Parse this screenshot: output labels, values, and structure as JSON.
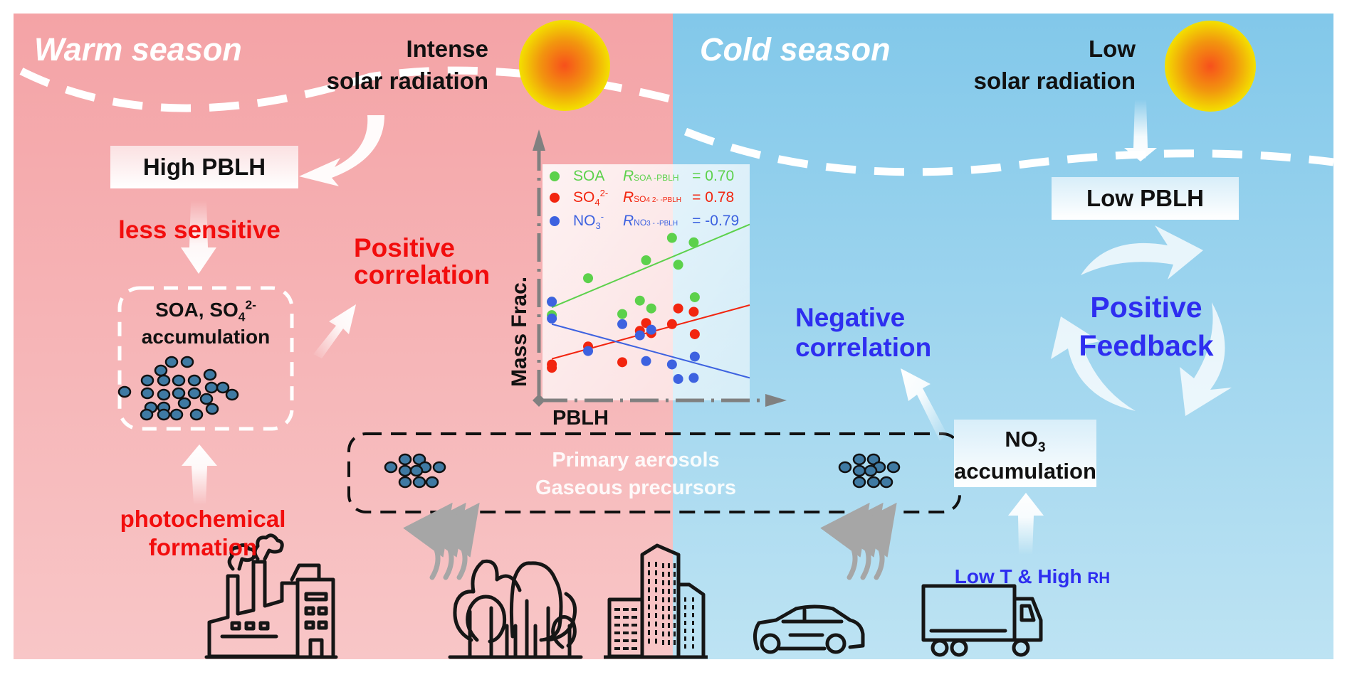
{
  "warm": {
    "title": "Warm season",
    "sun_label_line1": "Intense",
    "sun_label_line2": "solar radiation",
    "pblh_box": "High PBLH",
    "sensitivity": "less sensitive",
    "accum_line1_a": "SOA, SO",
    "accum_line1_sub": "4",
    "accum_line1_sup": "2-",
    "accum_line2": "accumulation",
    "formation_line1": "photochemical",
    "formation_line2": "formation",
    "correlation_line1": "Positive",
    "correlation_line2": "correlation"
  },
  "cold": {
    "title": "Cold season",
    "sun_label_line1": "Low",
    "sun_label_line2": "solar radiation",
    "pblh_box": "Low PBLH",
    "feedback_line1": "Positive",
    "feedback_line2": "Feedback",
    "no3_main": "NO",
    "no3_sub": "3",
    "no3_line2": "accumulation",
    "conditions_main": "Low T & High ",
    "conditions_small": "RH",
    "correlation_line1": "Negative",
    "correlation_line2": "correlation"
  },
  "sources": {
    "line1": "Primary aerosols",
    "line2": "Gaseous precursors",
    "icons": [
      "factory-icon",
      "trees-icon",
      "buildings-icon",
      "car-icon",
      "truck-icon"
    ]
  },
  "colors": {
    "warm_bg_top": "#f4a3a6",
    "warm_bg_bottom": "#f8c6c7",
    "cold_bg_top": "#82c8ea",
    "cold_bg_bottom": "#bde3f3",
    "soa": "#5cd14b",
    "so4": "#f2250f",
    "no3": "#3d62e0",
    "particle": "#3f7aa3"
  },
  "chart_data": {
    "type": "scatter",
    "title": "",
    "xlabel": "PBLH",
    "ylabel": "Mass Frac.",
    "xlim": [
      0,
      10
    ],
    "ylim": [
      0,
      10
    ],
    "grid": false,
    "legend_position": "top",
    "series": [
      {
        "name": "SOA",
        "label_main": "SOA",
        "label_sub": "",
        "label_sup": "",
        "r_sub": "SOA -PBLH",
        "r_sub_sup": "",
        "r_value": "= 0.70",
        "color": "#5cd14b",
        "x": [
          0.45,
          0.45,
          2.2,
          3.85,
          4.7,
          5.0,
          5.25,
          6.25,
          6.55,
          7.3,
          7.35
        ],
        "y": [
          4.15,
          3.55,
          5.2,
          3.6,
          4.2,
          6.0,
          3.85,
          7.0,
          5.8,
          6.8,
          4.35
        ],
        "fit": [
          [
            0.45,
            3.9
          ],
          [
            10,
            7.6
          ]
        ]
      },
      {
        "name": "SO4 2-",
        "label_main": "SO",
        "label_sub": "4",
        "label_sup": "2-",
        "r_sub": "SO",
        "r_sub_sup": "4 2- -PBLH",
        "r_value": "= 0.78",
        "color": "#f2250f",
        "x": [
          0.45,
          0.45,
          2.2,
          3.85,
          4.7,
          5.0,
          5.25,
          6.25,
          6.55,
          7.3,
          7.35
        ],
        "y": [
          1.35,
          1.2,
          2.15,
          1.45,
          2.85,
          3.2,
          2.75,
          3.15,
          3.85,
          3.7,
          2.7
        ],
        "fit": [
          [
            0.45,
            1.6
          ],
          [
            10,
            4.0
          ]
        ]
      },
      {
        "name": "NO3 -",
        "label_main": "NO",
        "label_sub": "3",
        "label_sup": "-",
        "r_sub": "NO",
        "r_sub_sup": "3 - -PBLH",
        "r_value": "= -0.79",
        "color": "#3d62e0",
        "x": [
          0.45,
          0.45,
          2.2,
          3.85,
          4.7,
          5.25,
          5.0,
          6.25,
          6.55,
          7.3,
          7.35
        ],
        "y": [
          4.15,
          3.4,
          1.95,
          3.15,
          2.65,
          2.9,
          1.5,
          1.35,
          0.7,
          0.75,
          1.7
        ],
        "fit": [
          [
            0.45,
            3.15
          ],
          [
            10,
            0.75
          ]
        ]
      }
    ]
  }
}
